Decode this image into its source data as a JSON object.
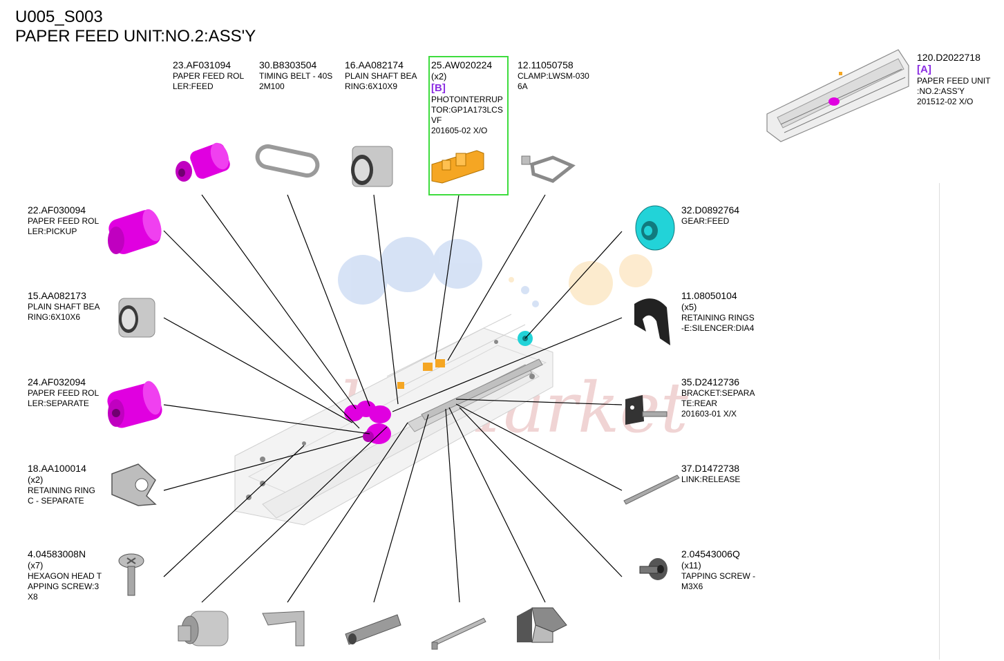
{
  "page": {
    "code": "U005_S003",
    "title": "PAPER FEED UNIT:NO.2:ASS'Y"
  },
  "colors": {
    "magenta": "#e000e0",
    "cyan": "#22d3d8",
    "orange": "#f5a623",
    "highlight_border": "#3ddc3d",
    "tag_purple": "#8a2be2",
    "gray_part": "#c8c8c8"
  },
  "assembly": {
    "part_no": "120.D2022718",
    "tag": "[A]",
    "desc": "PAPER FEED UNIT\n:NO.2:ASS'Y",
    "rev": "201512-02 X/O"
  },
  "parts": {
    "p23": {
      "part_no": "23.AF031094",
      "desc": "PAPER FEED ROL\nLER:FEED",
      "icon": "roller-icon"
    },
    "p30": {
      "part_no": "30.B8303504",
      "desc": "TIMING BELT - 40S\n2M100",
      "icon": "timing-belt-icon"
    },
    "p16": {
      "part_no": "16.AA082174",
      "desc": "PLAIN SHAFT BEA\nRING:6X10X9",
      "icon": "bearing-icon"
    },
    "p25": {
      "part_no": "25.AW020224",
      "qty": "(x2)",
      "tag": "[B]",
      "desc": "PHOTOINTERRUP\nTOR:GP1A173LCS\nVF",
      "rev": "201605-02 X/O",
      "icon": "photointerrupter-icon"
    },
    "p12": {
      "part_no": "12.11050758",
      "desc": "CLAMP:LWSM-030\n6A",
      "icon": "clamp-icon"
    },
    "p22": {
      "part_no": "22.AF030094",
      "desc": "PAPER FEED ROL\nLER:PICKUP",
      "icon": "roller-icon"
    },
    "p15": {
      "part_no": "15.AA082173",
      "desc": "PLAIN SHAFT BEA\nRING:6X10X6",
      "icon": "bearing-icon"
    },
    "p24": {
      "part_no": "24.AF032094",
      "desc": "PAPER FEED ROL\nLER:SEPARATE",
      "icon": "roller-icon"
    },
    "p18": {
      "part_no": "18.AA100014",
      "qty": "(x2)",
      "desc": "RETAINING RING\nC - SEPARATE",
      "icon": "retaining-ring-icon"
    },
    "p4": {
      "part_no": "4.04583008N",
      "qty": "(x7)",
      "desc": "HEXAGON HEAD T\nAPPING SCREW:3\nX8",
      "icon": "screw-icon"
    },
    "p32": {
      "part_no": "32.D0892764",
      "desc": "GEAR:FEED",
      "icon": "gear-icon"
    },
    "p11": {
      "part_no": "11.08050104",
      "qty": "(x5)",
      "desc": "RETAINING RINGS\n-E:SILENCER:DIA4",
      "icon": "e-ring-icon"
    },
    "p35": {
      "part_no": "35.D2412736",
      "desc": "BRACKET:SEPARA\nTE:REAR",
      "rev": "201603-01 X/X",
      "icon": "bracket-icon"
    },
    "p37": {
      "part_no": "37.D1472738",
      "desc": "LINK:RELEASE",
      "icon": "link-icon"
    },
    "p2": {
      "part_no": "2.04543006Q",
      "qty": "(x11)",
      "desc": "TAPPING SCREW -\n M3X6",
      "icon": "screw-icon"
    }
  }
}
